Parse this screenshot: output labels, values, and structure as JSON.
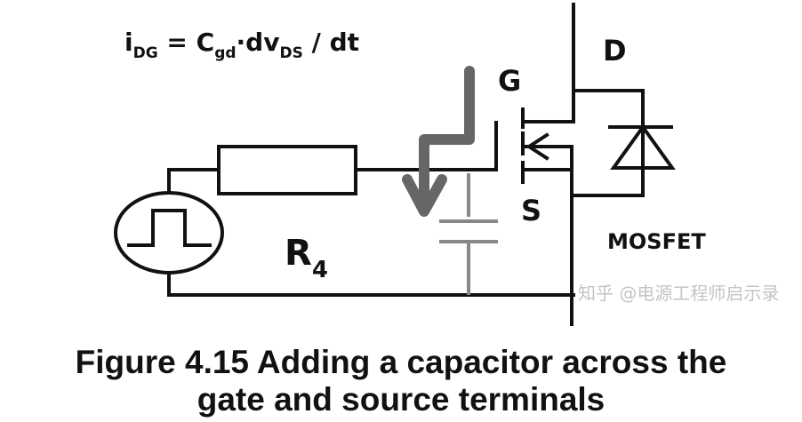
{
  "formula": {
    "i": "i",
    "i_sub": "DG",
    "eq": " = C",
    "c_sub": "gd",
    "mid": "·dv",
    "v_sub": "DS",
    "end": " / dt"
  },
  "labels": {
    "gate": "G",
    "drain": "D",
    "source": "S",
    "device": "MOSFET",
    "resistor": "R",
    "resistor_sub": "4"
  },
  "caption": {
    "line1": "Figure 4.15 Adding a capacitor across the",
    "line2": "gate and source terminals"
  },
  "watermark": "知乎 @电源工程师启示录",
  "colors": {
    "wire": "#111111",
    "capacitor": "#888888",
    "current_arrow": "#666666"
  }
}
